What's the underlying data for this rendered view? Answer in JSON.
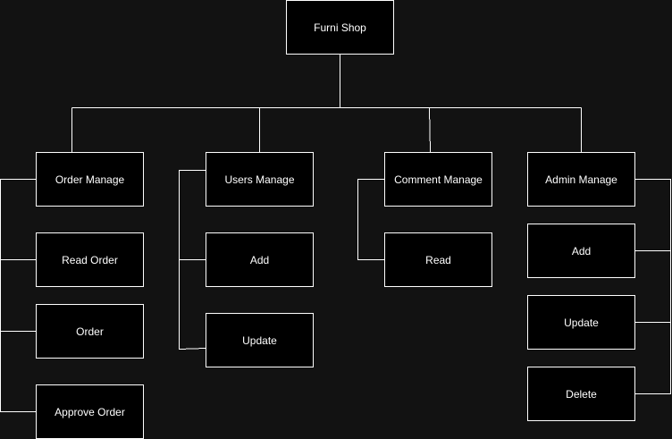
{
  "diagram": {
    "root": {
      "label": "Furni Shop"
    },
    "branches": [
      {
        "label": "Order Manage",
        "children": [
          "Read Order",
          "Order",
          "Approve Order"
        ]
      },
      {
        "label": "Users Manage",
        "children": [
          "Add",
          "Update"
        ]
      },
      {
        "label": "Comment Manage",
        "children": [
          "Read"
        ]
      },
      {
        "label": "Admin Manage",
        "children": [
          "Add",
          "Update",
          "Delete"
        ]
      }
    ]
  },
  "colors": {
    "background": "#121212",
    "node_fill": "#000000",
    "stroke": "#ffffff",
    "text": "#ffffff"
  }
}
